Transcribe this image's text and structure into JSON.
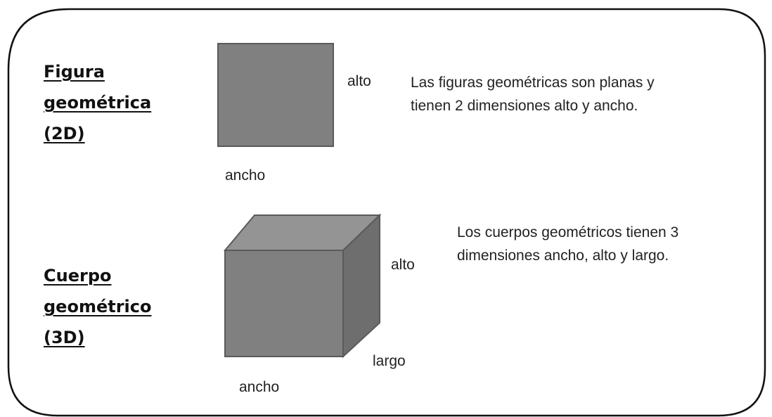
{
  "figure_2d": {
    "heading_lines": [
      "Figura",
      "geométrica",
      "(2D)"
    ],
    "height_label": "alto",
    "width_label": "ancho",
    "description_lines": [
      "Las figuras geométricas son planas y",
      "tienen 2 dimensiones alto y ancho."
    ]
  },
  "body_3d": {
    "heading_lines": [
      "Cuerpo",
      "geométrico",
      "(3D)"
    ],
    "height_label": "alto",
    "depth_label": "largo",
    "width_label": "ancho",
    "description_lines": [
      "Los cuerpos geométricos tienen 3",
      "dimensiones ancho, alto y largo."
    ]
  },
  "colors": {
    "frame": "#111111",
    "square_fill": "#808080",
    "square_edge": "#5a5a5a",
    "cube_front": "#808080",
    "cube_top": "#949494",
    "cube_side": "#6e6e6e"
  }
}
